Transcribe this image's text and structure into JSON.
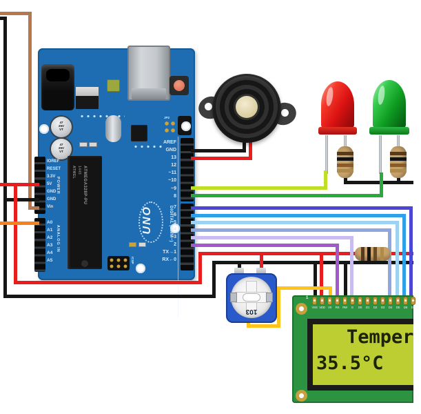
{
  "colors": {
    "board": "#1e6cb2",
    "lcd_pcb": "#2c9440",
    "lcd_screen": "#bcce32",
    "pot_blue": "#2a5ac9",
    "led_red": "#d91212",
    "led_green": "#12a022",
    "wire_black": "#161616",
    "wire_red": "#e81e1e",
    "wire_brown": "#b5774d",
    "wire_orange": "#f5821e",
    "wire_yellow": "#ffc31e",
    "wire_chartreuse": "#bfdf26",
    "wire_green": "#2aaa3c",
    "wire_indigo": "#4d46d4",
    "wire_blue": "#2e9fe8",
    "wire_sky": "#9ed2f2",
    "wire_periwinkle": "#8fa6e0",
    "wire_lavender": "#c9bcf0",
    "wire_purple": "#a159cc"
  },
  "arduino": {
    "brand_logo": "UNO",
    "digital_label": "DIGITAL (PWM~)",
    "power_label": "POWER",
    "analog_label": "ANALOG IN",
    "icsp_label": "ICSP",
    "jp2_label": "JP2",
    "chip_brand": "ATMEL",
    "chip_lot": "1445",
    "chip_label": "ATMEGA328P-PU",
    "capacitor_lines": [
      "47",
      "25V",
      "VT"
    ],
    "right_pins_top": [
      "AREF",
      "GND",
      "13",
      "12",
      "~11",
      "~10",
      "~9",
      "8"
    ],
    "right_pins_bottom": [
      "7",
      "~6",
      "~5",
      "4",
      "~3",
      "2",
      "TX→1",
      "RX←0"
    ],
    "left_pins_power": [
      "IOREF",
      "RESET",
      "3.3V",
      "5V",
      "GND",
      "GND",
      "Vin"
    ],
    "left_pins_analog": [
      "A0",
      "A1",
      "A2",
      "A3",
      "A4",
      "A5"
    ]
  },
  "potentiometer": {
    "label": "103"
  },
  "lcd": {
    "pin1_marker": "1",
    "pin_labels": [
      "VSS",
      "VDD",
      "V0",
      "RS",
      "RW",
      "E",
      "D0",
      "D1",
      "D2",
      "D3",
      "D4",
      "D5",
      "D6",
      "D7"
    ],
    "line1": "Temper",
    "line2": "35.5°C"
  },
  "wires": {
    "power_5v": "red",
    "ground": "black",
    "vin": "brown",
    "analog_a0": "orange",
    "buzzer_pin13": "red",
    "buzzer_gnd": "black",
    "red_led_pin9": "chartreuse",
    "green_led_pin8": "green",
    "led_cathode_rail": "black",
    "lcd_d7_pin7": "indigo",
    "lcd_d6_pin6": "blue",
    "lcd_d5_pin5": "sky",
    "lcd_d4_pin4": "periwinkle",
    "lcd_e_pin3": "lavender",
    "lcd_rs_pin2": "purple",
    "lcd_v0_wiper": "yellow",
    "lcd_vss": "black",
    "lcd_vdd": "red",
    "lcd_rw": "black"
  }
}
